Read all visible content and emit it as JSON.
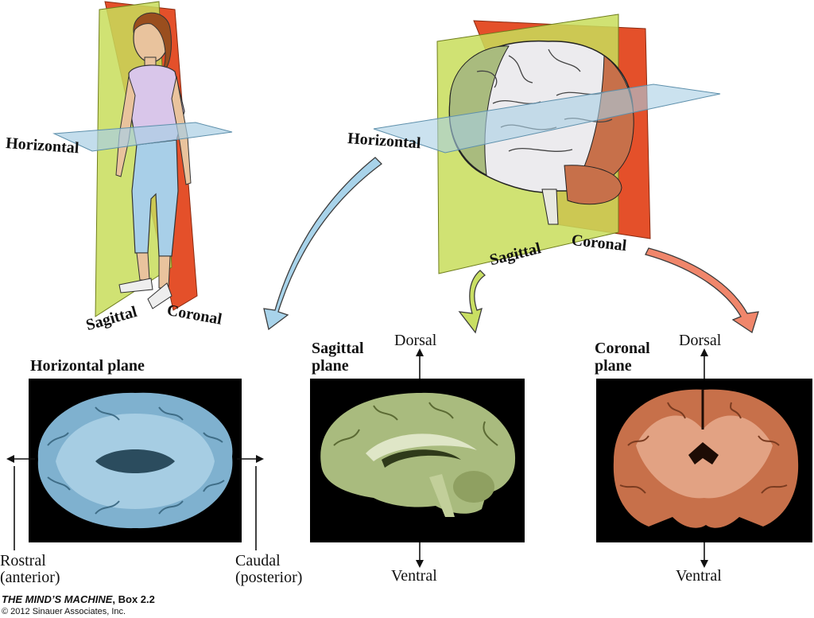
{
  "figure": {
    "person_labels": {
      "horizontal": "Horizontal",
      "sagittal": "Sagittal",
      "coronal": "Coronal"
    },
    "brain_labels": {
      "horizontal": "Horizontal",
      "sagittal": "Sagittal",
      "coronal": "Coronal"
    },
    "panels": {
      "horizontal": {
        "title": "Horizontal plane",
        "left_axis": "Rostral\n(anterior)",
        "right_axis": "Caudal\n(posterior)"
      },
      "sagittal": {
        "title_line1": "Sagittal",
        "title_line2": "plane",
        "top_axis": "Dorsal",
        "bottom_axis": "Ventral"
      },
      "coronal": {
        "title_line1": "Coronal",
        "title_line2": "plane",
        "top_axis": "Dorsal",
        "bottom_axis": "Ventral"
      }
    },
    "credit": {
      "book": "THE MIND’S MACHINE",
      "box": ", Box 2.2",
      "copyright": "© 2012 Sinauer Associates, Inc."
    },
    "colors": {
      "horizontal_plane": "#a9cfe4",
      "sagittal_plane": "#c8dd5a",
      "coronal_plane": "#e4502a",
      "horizontal_tint": "#7fb1cf",
      "sagittal_tint": "#a9bb7e",
      "coronal_tint": "#c7704a",
      "arrow_blue": "#a8d3ea",
      "arrow_green": "#c9df63",
      "arrow_red": "#f0866b"
    }
  }
}
